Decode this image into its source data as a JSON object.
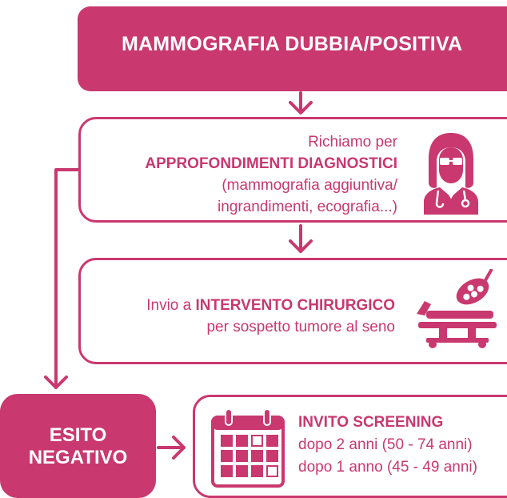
{
  "top": {
    "title": "MAMMOGRAFIA DUBBIA/POSITIVA"
  },
  "richiamo": {
    "line1": "Richiamo per",
    "line2": "APPROFONDIMENTI DIAGNOSTICI",
    "line3": "(mammografia aggiuntiva/",
    "line4": "ingrandimenti, ecografia...)"
  },
  "intervento": {
    "line1_prefix": "Invio a ",
    "line1_bold": "INTERVENTO CHIRURGICO",
    "line2": "per sospetto tumore al seno"
  },
  "esito": {
    "line1": "ESITO",
    "line2": "NEGATIVO"
  },
  "screening": {
    "title": "INVITO SCREENING",
    "line1": "dopo 2 anni (50 - 74 anni)",
    "line2": "dopo 1 anno (45 - 49 anni)"
  },
  "colors": {
    "accent": "#c9386e",
    "background": "#ffffff"
  },
  "icons": [
    "doctor-icon",
    "surgery-table-icon",
    "calendar-icon",
    "arrow-down-icon",
    "arrow-right-icon"
  ]
}
